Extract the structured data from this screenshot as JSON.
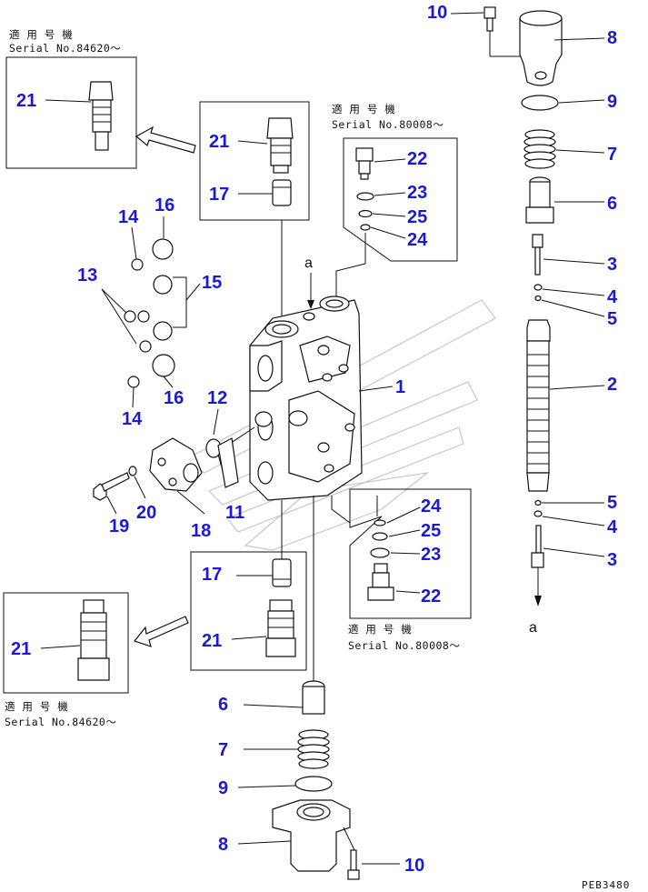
{
  "serial_labels": {
    "top_left_jp": "適 用 号 機",
    "top_left": "Serial No.84620～",
    "top_mid_jp": "適 用 号 機",
    "top_mid": "Serial No.80008～",
    "bottom_right_jp": "適 用 号 機",
    "bottom_right": "Serial No.80008～",
    "bottom_left_jp": "適 用 号 機",
    "bottom_left": "Serial No.84620～"
  },
  "view_marks": {
    "top": "a",
    "right": "a"
  },
  "drawing_code": "PEB3480",
  "callouts": {
    "c1": "1",
    "c2": "2",
    "c3a": "3",
    "c3b": "3",
    "c4a": "4",
    "c4b": "4",
    "c5a": "5",
    "c5b": "5",
    "c6a": "6",
    "c6b": "6",
    "c7a": "7",
    "c7b": "7",
    "c8a": "8",
    "c8b": "8",
    "c9a": "9",
    "c9b": "9",
    "c10a": "10",
    "c10b": "10",
    "c11": "11",
    "c12": "12",
    "c13": "13",
    "c14a": "14",
    "c14b": "14",
    "c15": "15",
    "c16a": "16",
    "c16b": "16",
    "c17a": "17",
    "c17b": "17",
    "c18": "18",
    "c19": "19",
    "c20": "20",
    "c21a": "21",
    "c21b": "21",
    "c21c": "21",
    "c21d": "21",
    "c22a": "22",
    "c22b": "22",
    "c23a": "23",
    "c23b": "23",
    "c24a": "24",
    "c24b": "24",
    "c25a": "25",
    "c25b": "25"
  },
  "colors": {
    "callout": "#1a1ad6",
    "line": "#111111"
  }
}
